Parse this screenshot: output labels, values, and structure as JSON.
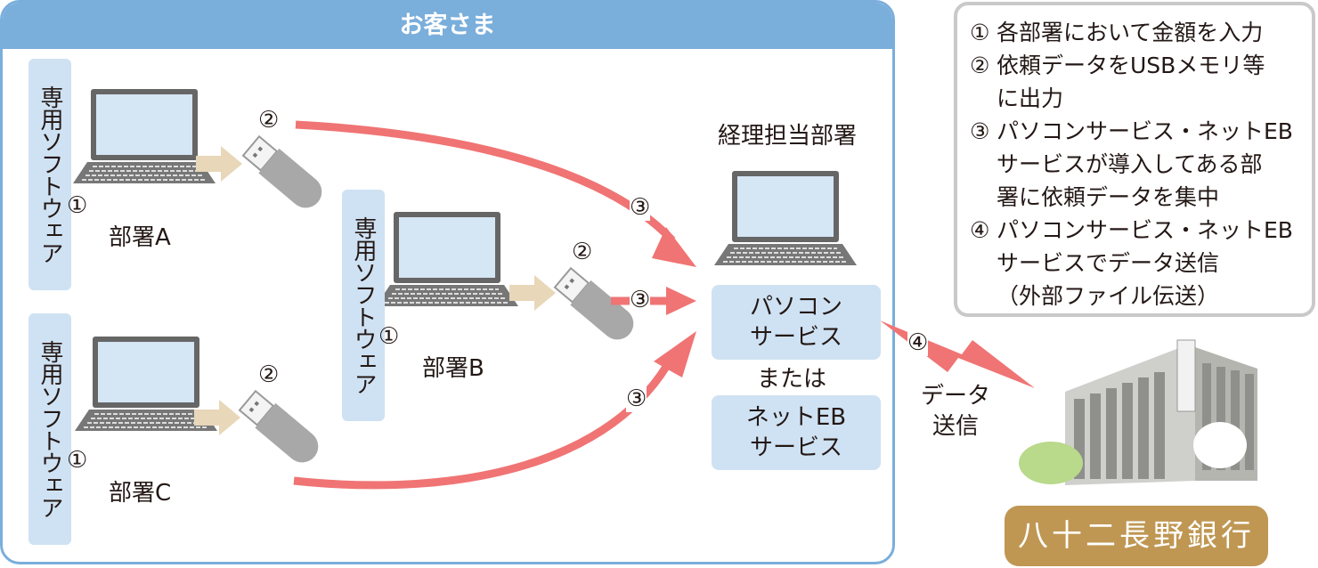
{
  "customer": {
    "header": "お客さま",
    "software_label": "専用ソフトウェア",
    "departments": [
      {
        "label": "部署A",
        "step1": "①",
        "step2": "②",
        "step3": "③"
      },
      {
        "label": "部署B",
        "step1": "①",
        "step2": "②",
        "step3": "③"
      },
      {
        "label": "部署C",
        "step1": "①",
        "step2": "②",
        "step3": "③"
      }
    ],
    "accounting": {
      "title": "経理担当部署",
      "service1": [
        "パソコン",
        "サービス"
      ],
      "or": "または",
      "service2": [
        "ネットEB",
        "サービス"
      ]
    }
  },
  "transmission": {
    "step": "④",
    "label": [
      "データ",
      "送信"
    ]
  },
  "legend": [
    {
      "num": "①",
      "lines": [
        "各部署において金額を入力"
      ]
    },
    {
      "num": "②",
      "lines": [
        "依頼データをUSBメモリ等",
        "に出力"
      ]
    },
    {
      "num": "③",
      "lines": [
        "パソコンサービス・ネットEB",
        "サービスが導入してある部",
        "署に依頼データを集中"
      ]
    },
    {
      "num": "④",
      "lines": [
        "パソコンサービス・ネットEB",
        "サービスでデータ送信",
        "（外部ファイル伝送）"
      ]
    }
  ],
  "bank": {
    "name": "八十二長野銀行"
  },
  "colors": {
    "header": "#7aaedb",
    "box": "#cfe2f3",
    "arrow": "#f07474",
    "bank": "#bf9753",
    "legend_border": "#c9c9c9"
  }
}
